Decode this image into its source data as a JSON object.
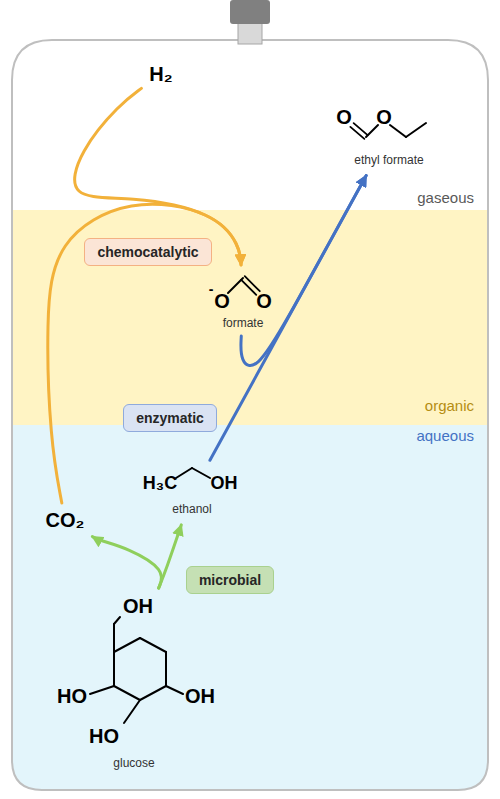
{
  "diagram": {
    "nodes": [
      {
        "text": [
          "gaseous"
        ]
      },
      {
        "text": [
          "H₂"
        ],
        "in": 0
      },
      {
        "text": [
          "O",
          "O",
          "ethyl formate"
        ],
        "in": 0
      },
      {
        "text": [
          "organic"
        ]
      },
      {
        "text": [
          "chemocatalytic"
        ],
        "in": 3
      },
      {
        "text": [
          "-",
          "O",
          "O",
          "formate"
        ],
        "in": 3
      },
      {
        "text": [
          "enzymatic"
        ]
      },
      {
        "text": [
          "aqueous"
        ]
      },
      {
        "text": [
          "H₃C",
          "OH",
          "ethanol"
        ],
        "in": 7
      },
      {
        "text": [
          "CO₂"
        ],
        "in": 7
      },
      {
        "text": [
          "microbial"
        ],
        "in": 7
      },
      {
        "text": [
          "OH",
          "HO",
          "OH",
          "HO",
          "glucose"
        ],
        "in": 7
      }
    ],
    "edges": [
      {
        "from": 1,
        "to": 5,
        "arrow": "to"
      },
      {
        "from": 9,
        "to": 5,
        "arrow": "to"
      },
      {
        "from": 5,
        "to": 2,
        "arrow": "to"
      },
      {
        "from": 8,
        "to": 2,
        "arrow": "to"
      },
      {
        "from": 11,
        "to": 9,
        "arrow": "to"
      },
      {
        "from": 11,
        "to": 8,
        "arrow": "to"
      }
    ]
  }
}
